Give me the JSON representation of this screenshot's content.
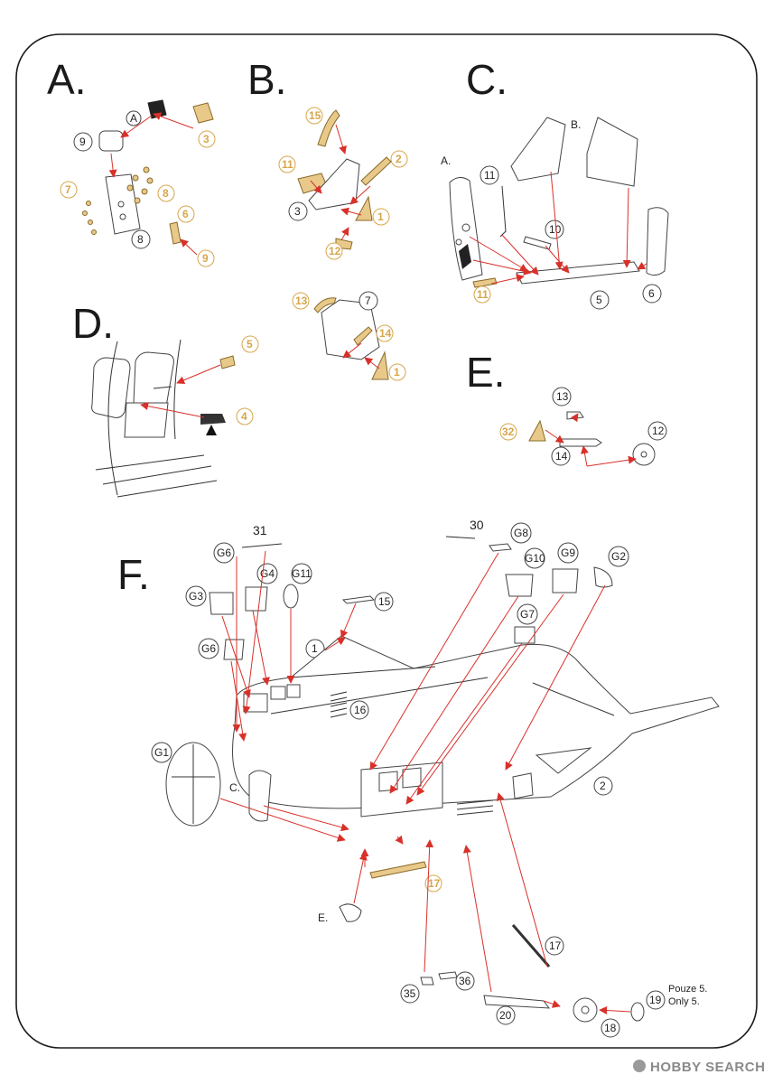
{
  "sections": {
    "a": "A.",
    "b": "B.",
    "c": "C.",
    "d": "D.",
    "e": "E.",
    "f": "F."
  },
  "section_a": {
    "callout": "A",
    "parts": [
      "9",
      "3",
      "7",
      "8",
      "6",
      "8",
      "9"
    ]
  },
  "section_b": {
    "parts": [
      "15",
      "11",
      "2",
      "3",
      "1",
      "12",
      "13",
      "7",
      "14",
      "1"
    ]
  },
  "section_c": {
    "refs": [
      "B.",
      "A."
    ],
    "parts": [
      "11",
      "10",
      "11",
      "5",
      "6"
    ]
  },
  "section_d": {
    "parts": [
      "5",
      "4"
    ]
  },
  "section_e": {
    "parts": [
      "13",
      "32",
      "14",
      "12"
    ]
  },
  "section_f": {
    "parts": [
      "31",
      "30",
      "G8",
      "G6",
      "G10",
      "G9",
      "G2",
      "G4",
      "G11",
      "G3",
      "15",
      "G7",
      "1",
      "G6",
      "16",
      "G1",
      "C.",
      "2",
      "17",
      "E.",
      "17",
      "36",
      "35",
      "19",
      "20",
      "18"
    ],
    "note_line1": "Pouze 5.",
    "note_line2": "Only 5."
  },
  "watermark": {
    "brand": "HOBBY SEARCH",
    "icon": "hobby-search-logo-icon"
  },
  "colors": {
    "arrow": "#d9302a",
    "photoetch": "#e8c98a",
    "photoetch_label": "#d7a64a",
    "frame": "#1a1a1a"
  }
}
